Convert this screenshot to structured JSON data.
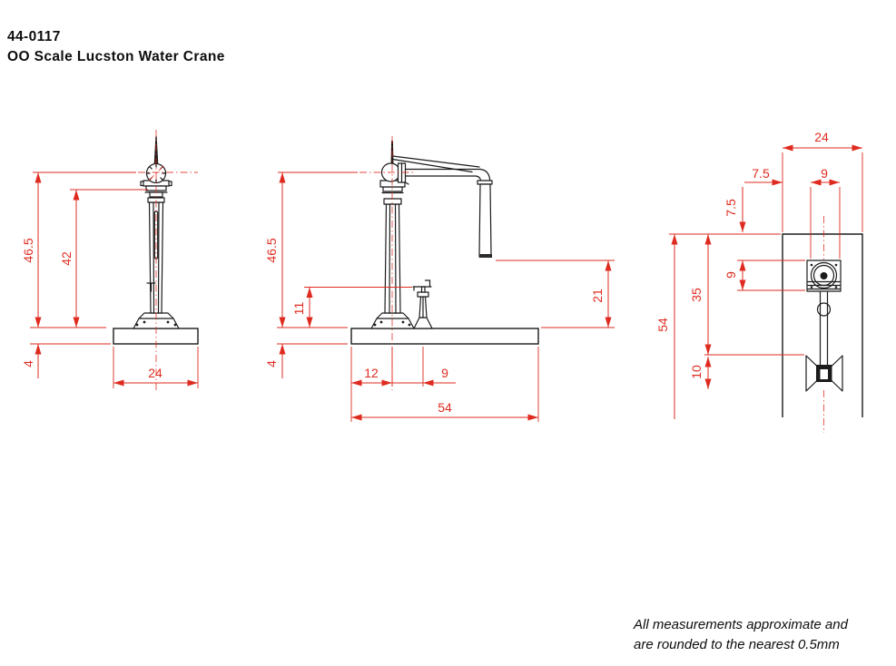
{
  "title": {
    "part_number": "44-0117",
    "product_name": "OO Scale Lucston Water Crane"
  },
  "footer": {
    "note_line1": "All measurements approximate and",
    "note_line2": "are rounded to the nearest 0.5mm"
  },
  "colors": {
    "dimension_red": "#df2b1f",
    "linework_black": "#1b1b1b",
    "background": "#ffffff"
  },
  "dims": {
    "front_view": {
      "overall_height": "46.5",
      "column_height": "42",
      "base_thickness": "4",
      "base_width": "24"
    },
    "side_view": {
      "overall_height": "46.5",
      "filler_height": "11",
      "base_thickness": "4",
      "bag_clearance": "21",
      "column_offset": "12",
      "filler_offset": "9",
      "base_length": "54"
    },
    "plan_view": {
      "plate_width": "24",
      "flange_offset_x": "7.5",
      "flange_width": "9",
      "flange_offset_y": "7.5",
      "flange_depth": "9",
      "plate_length": "54",
      "bag_center_offset": "35",
      "bag_end_width": "10"
    }
  }
}
